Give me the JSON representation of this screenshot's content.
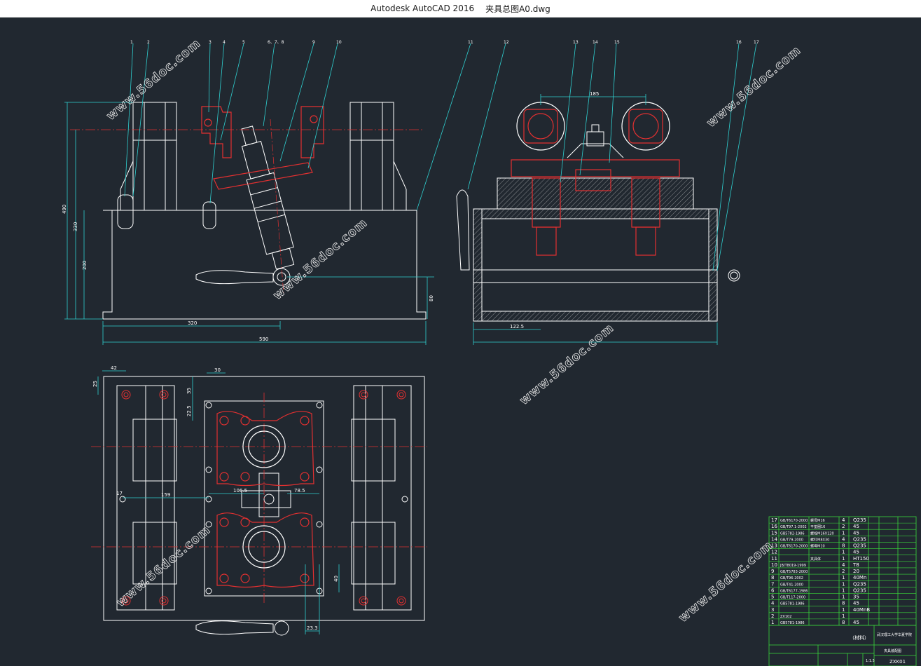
{
  "window": {
    "app": "Autodesk AutoCAD 2016",
    "file": "夹具总图A0.dwg"
  },
  "watermark": "www.56doc.com",
  "leaders": [
    "1",
    "2",
    "3",
    "4",
    "5",
    "6、7、8",
    "9",
    "10",
    "11",
    "12",
    "13",
    "14",
    "15",
    "16",
    "17"
  ],
  "dims": {
    "d490": "490",
    "d330": "330",
    "d200": "200",
    "d80": "80",
    "d320": "320",
    "d590": "590",
    "d185": "185",
    "d1225": "122.5",
    "d42": "42",
    "d25": "25",
    "d30": "30",
    "d35": "35",
    "d225": "22.5",
    "d159": "159",
    "d1065": "106.5",
    "d785": "78.5",
    "d17": "17",
    "d40": "40",
    "d233": "23.3"
  },
  "bom": [
    {
      "no": "17",
      "std": "GB/T6170-2000",
      "name": "螺母M16",
      "qty": "4",
      "mat": "Q235"
    },
    {
      "no": "16",
      "std": "GB/T97.1-2002",
      "name": "平垫圈16",
      "qty": "2",
      "mat": "45"
    },
    {
      "no": "15",
      "std": "GB5782-1986",
      "name": "螺栓M16X120",
      "qty": "1",
      "mat": "45"
    },
    {
      "no": "14",
      "std": "GB/T79-2000",
      "name": "螺钉M8X30",
      "qty": "4",
      "mat": "Q235"
    },
    {
      "no": "13",
      "std": "GB/T6170-2000",
      "name": "螺母M10",
      "qty": "8",
      "mat": "Q235"
    },
    {
      "no": "12",
      "std": "",
      "name": "",
      "qty": "1",
      "mat": "45"
    },
    {
      "no": "11",
      "std": "",
      "name": "夹具体",
      "qty": "1",
      "mat": "HT150"
    },
    {
      "no": "10",
      "std": "JB/T8019-1999",
      "name": "",
      "qty": "4",
      "mat": "T8"
    },
    {
      "no": "9",
      "std": "GB/T5783-2000",
      "name": "",
      "qty": "2",
      "mat": "20"
    },
    {
      "no": "8",
      "std": "GB/T96-2002",
      "name": "",
      "qty": "1",
      "mat": "40Mn"
    },
    {
      "no": "7",
      "std": "GB/T41-2000",
      "name": "",
      "qty": "1",
      "mat": "Q235"
    },
    {
      "no": "6",
      "std": "GB/T6177-1986",
      "name": "",
      "qty": "1",
      "mat": "Q235"
    },
    {
      "no": "5",
      "std": "GB/T117-2000",
      "name": "",
      "qty": "1",
      "mat": "35"
    },
    {
      "no": "4",
      "std": "GB5781-1986",
      "name": "",
      "qty": "8",
      "mat": "45"
    },
    {
      "no": "3",
      "std": "",
      "name": "",
      "qty": "1",
      "mat": "40MnB"
    },
    {
      "no": "2",
      "std": "ZX102",
      "name": "",
      "qty": "1",
      "mat": ""
    },
    {
      "no": "1",
      "std": "GB5781-1986",
      "name": "",
      "qty": "8",
      "mat": "45"
    }
  ],
  "titleblock": {
    "mat_label": "（材料）",
    "company": "武汉理工大学华夏学院",
    "drawing": "夹具装配图",
    "scale": "1:1.5",
    "code": "ZXK01"
  }
}
